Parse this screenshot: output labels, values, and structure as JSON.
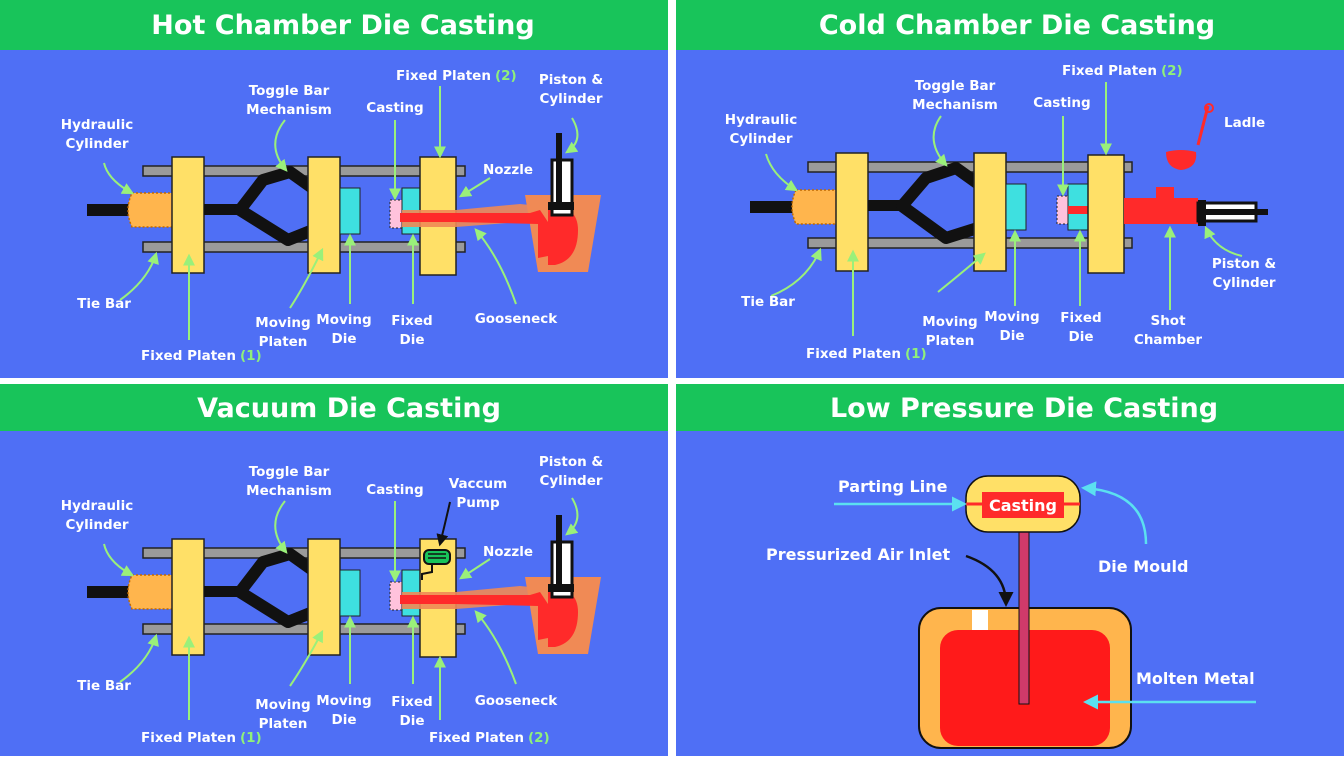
{
  "hot": {
    "title": "Hot Chamber Die Casting",
    "hydraulic_1": "Hydraulic",
    "hydraulic_2": "Cylinder",
    "toggle_1": "Toggle Bar",
    "toggle_2": "Mechanism",
    "casting": "Casting",
    "fixed_platen_2": "Fixed Platen",
    "num_2": "(2)",
    "piston_1": "Piston &",
    "piston_2": "Cylinder",
    "nozzle": "Nozzle",
    "tie_bar": "Tie Bar",
    "moving_platen_1": "Moving",
    "moving_platen_2": "Platen",
    "moving_die_1": "Moving",
    "moving_die_2": "Die",
    "fixed_die_1": "Fixed",
    "fixed_die_2": "Die",
    "gooseneck": "Gooseneck",
    "fixed_platen_1": "Fixed Platen",
    "num_1": "(1)"
  },
  "cold": {
    "title": "Cold Chamber Die Casting",
    "hydraulic_1": "Hydraulic",
    "hydraulic_2": "Cylinder",
    "toggle_1": "Toggle Bar",
    "toggle_2": "Mechanism",
    "casting": "Casting",
    "fixed_platen_2": "Fixed Platen",
    "num_2": "(2)",
    "ladle": "Ladle",
    "tie_bar": "Tie Bar",
    "moving_platen_1": "Moving",
    "moving_platen_2": "Platen",
    "moving_die_1": "Moving",
    "moving_die_2": "Die",
    "fixed_die_1": "Fixed",
    "fixed_die_2": "Die",
    "shot_1": "Shot",
    "shot_2": "Chamber",
    "piston_1": "Piston &",
    "piston_2": "Cylinder",
    "fixed_platen_1": "Fixed Platen",
    "num_1": "(1)"
  },
  "vacuum": {
    "title": "Vacuum Die Casting",
    "hydraulic_1": "Hydraulic",
    "hydraulic_2": "Cylinder",
    "toggle_1": "Toggle Bar",
    "toggle_2": "Mechanism",
    "casting": "Casting",
    "vacuum_1": "Vaccum",
    "vacuum_2": "Pump",
    "piston_1": "Piston &",
    "piston_2": "Cylinder",
    "nozzle": "Nozzle",
    "tie_bar": "Tie Bar",
    "moving_platen_1": "Moving",
    "moving_platen_2": "Platen",
    "moving_die_1": "Moving",
    "moving_die_2": "Die",
    "fixed_die_1": "Fixed",
    "fixed_die_2": "Die",
    "gooseneck": "Gooseneck",
    "fixed_platen_1": "Fixed Platen",
    "num_1": "(1)",
    "fixed_platen_2": "Fixed Platen",
    "num_2": "(2)"
  },
  "low": {
    "title": "Low Pressure Die Casting",
    "parting_line": "Parting Line",
    "casting": "Casting",
    "die_mould": "Die Mould",
    "air_inlet": "Pressurized Air Inlet",
    "molten_metal": "Molten Metal"
  },
  "colors": {
    "header_green": "#18c45a",
    "panel_blue": "#4f6ff5",
    "platen_yellow": "#ffe067",
    "die_cyan": "#3ee0e0",
    "molten_red": "#ff2a2a",
    "arrow_green": "#9af07a",
    "arrow_cyan": "#5be0f0"
  }
}
